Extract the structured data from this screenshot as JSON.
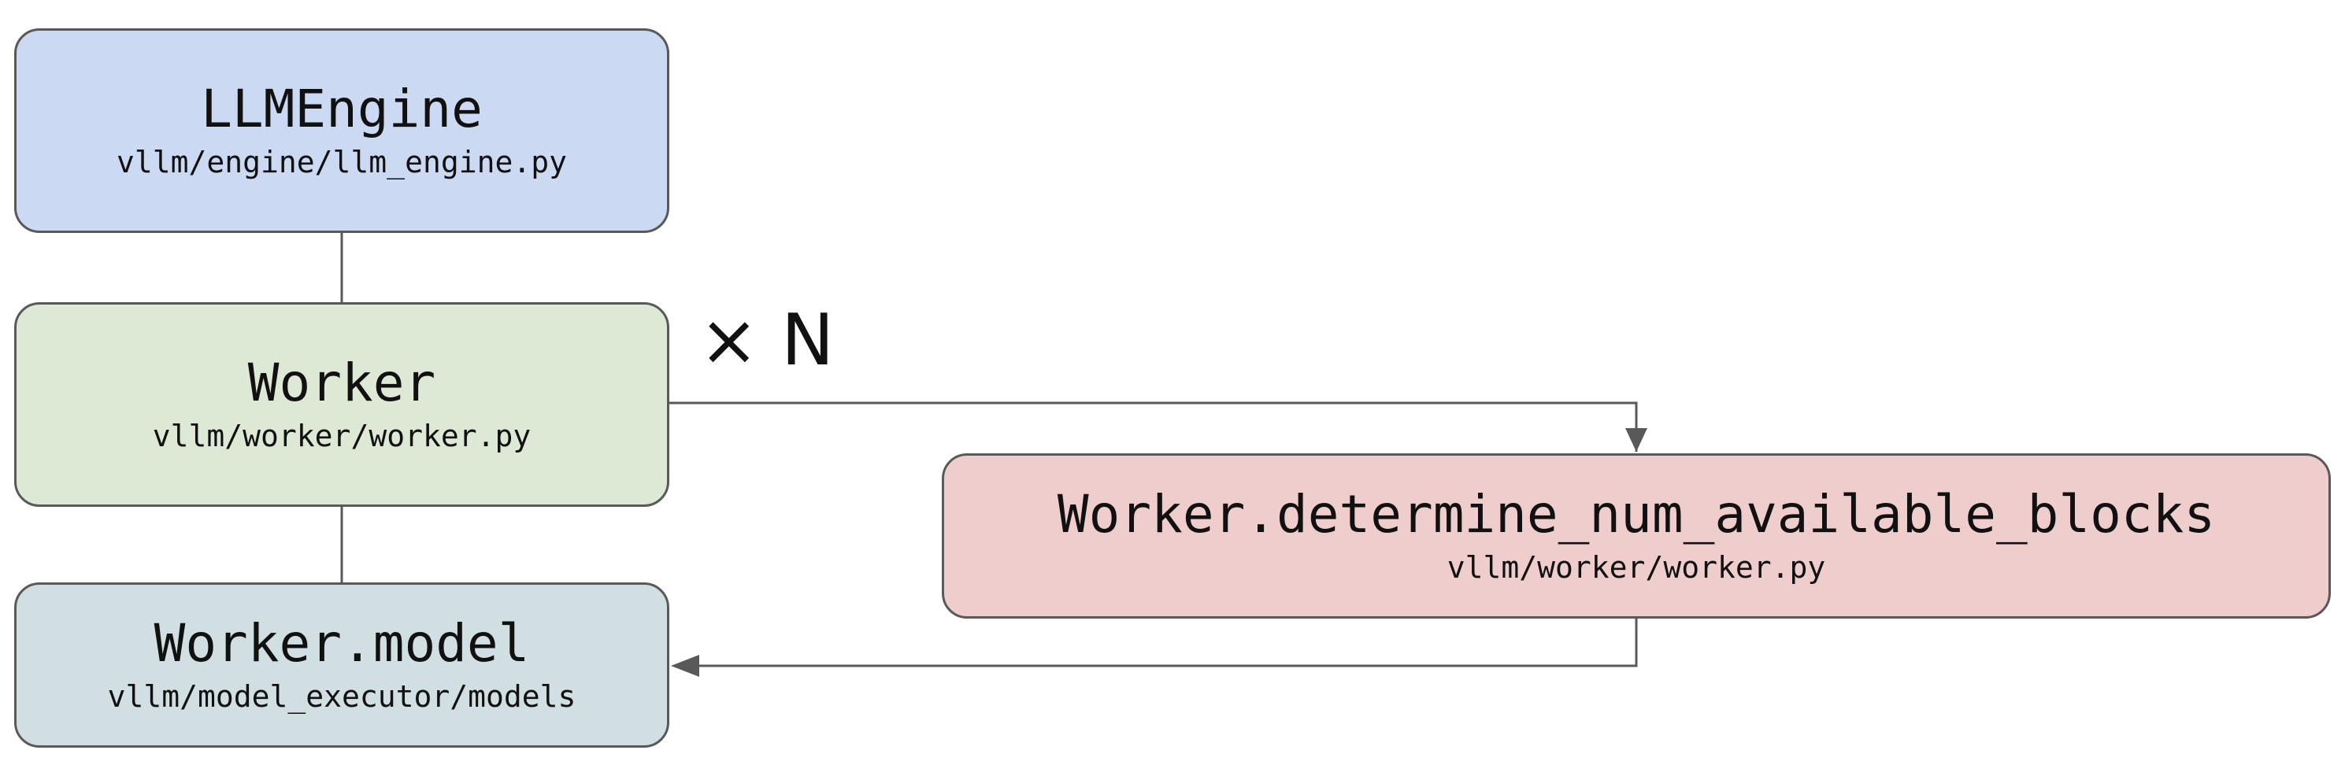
{
  "diagram": {
    "nodes": {
      "llm_engine": {
        "title": "LLMEngine",
        "path": "vllm/engine/llm_engine.py",
        "color": "#cbd9f3"
      },
      "worker": {
        "title": "Worker",
        "path": "vllm/worker/worker.py",
        "color": "#dde8d5"
      },
      "worker_model": {
        "title": "Worker.model",
        "path": "vllm/model_executor/models",
        "color": "#d1dfe3"
      },
      "determine_blocks": {
        "title": "Worker.determine_num_available_blocks",
        "path": "vllm/worker/worker.py",
        "color": "#eecdcc"
      }
    },
    "worker_multiplier": "× N",
    "edges": [
      {
        "from": "LLMEngine",
        "to": "Worker",
        "style": "line"
      },
      {
        "from": "Worker",
        "to": "Worker.model",
        "style": "line"
      },
      {
        "from": "Worker",
        "to": "Worker.determine_num_available_blocks",
        "style": "arrow"
      },
      {
        "from": "Worker.determine_num_available_blocks",
        "to": "Worker.model",
        "style": "arrow"
      }
    ],
    "line_color": "#595959"
  }
}
